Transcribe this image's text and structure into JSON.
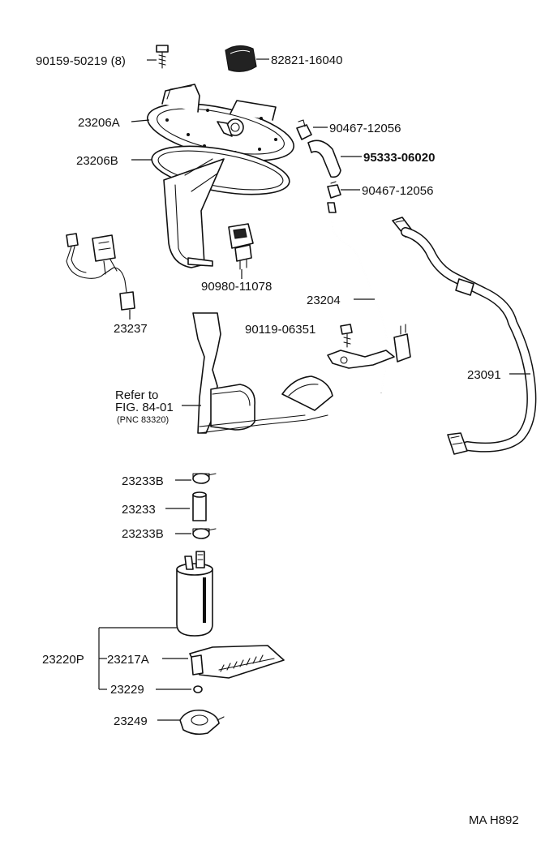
{
  "labels": {
    "bolt_top": "90159-50219 (8)",
    "cap_top": "82821-16040",
    "plate_a": "23206A",
    "plate_b": "23206B",
    "clamp_1": "90467-12056",
    "hose": "95333-06020",
    "clamp_2": "90467-12056",
    "sender_connector": "90980-11078",
    "tube": "23204",
    "bolt_mid": "90119-06351",
    "wire_harness": "23237",
    "hose_long": "23091",
    "refer_line1": "Refer to",
    "refer_line2": "FIG. 84-01",
    "refer_line3": "(PNC 83320)",
    "clip_upper": "23233B",
    "cushion": "23233",
    "clip_lower": "23233B",
    "pump_assy": "23220P",
    "filter": "23217A",
    "washer": "23229",
    "holder": "23249",
    "footer_code": "MA  H892"
  },
  "colors": {
    "ink": "#111111",
    "background": "#ffffff"
  }
}
